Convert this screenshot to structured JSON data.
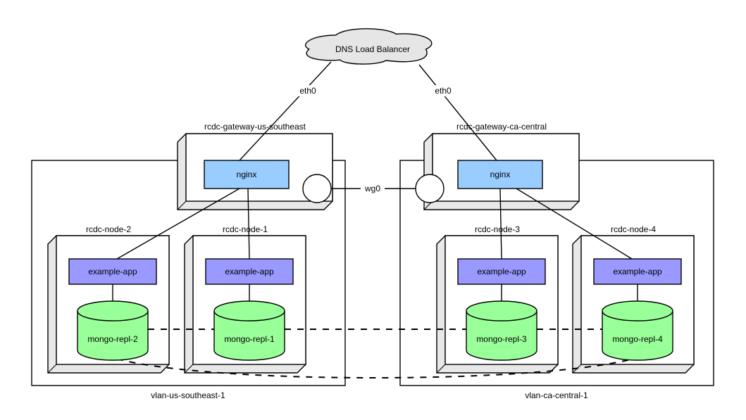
{
  "diagram": {
    "cloud": {
      "label": "DNS Load Balancer"
    },
    "links": {
      "eth0_left": "eth0",
      "eth0_right": "eth0",
      "wg0": "wg0"
    },
    "gateways": [
      {
        "name": "rcdc-gateway-us-southeast",
        "service": "nginx"
      },
      {
        "name": "rcdc-gateway-ca-central",
        "service": "nginx"
      }
    ],
    "vlans": [
      {
        "name": "vlan-us-southeast-1"
      },
      {
        "name": "vlan-ca-central-1"
      }
    ],
    "nodes": [
      {
        "name": "rcdc-node-2",
        "app": "example-app",
        "db": "mongo-repl-2"
      },
      {
        "name": "rcdc-node-1",
        "app": "example-app",
        "db": "mongo-repl-1"
      },
      {
        "name": "rcdc-node-3",
        "app": "example-app",
        "db": "mongo-repl-3"
      },
      {
        "name": "rcdc-node-4",
        "app": "example-app",
        "db": "mongo-repl-4"
      }
    ],
    "colors": {
      "nginx": "#99ccff",
      "app": "#9999ff",
      "db": "#99ff99",
      "cloud": "#e6e6e6",
      "face": "#e8e8e8"
    }
  }
}
